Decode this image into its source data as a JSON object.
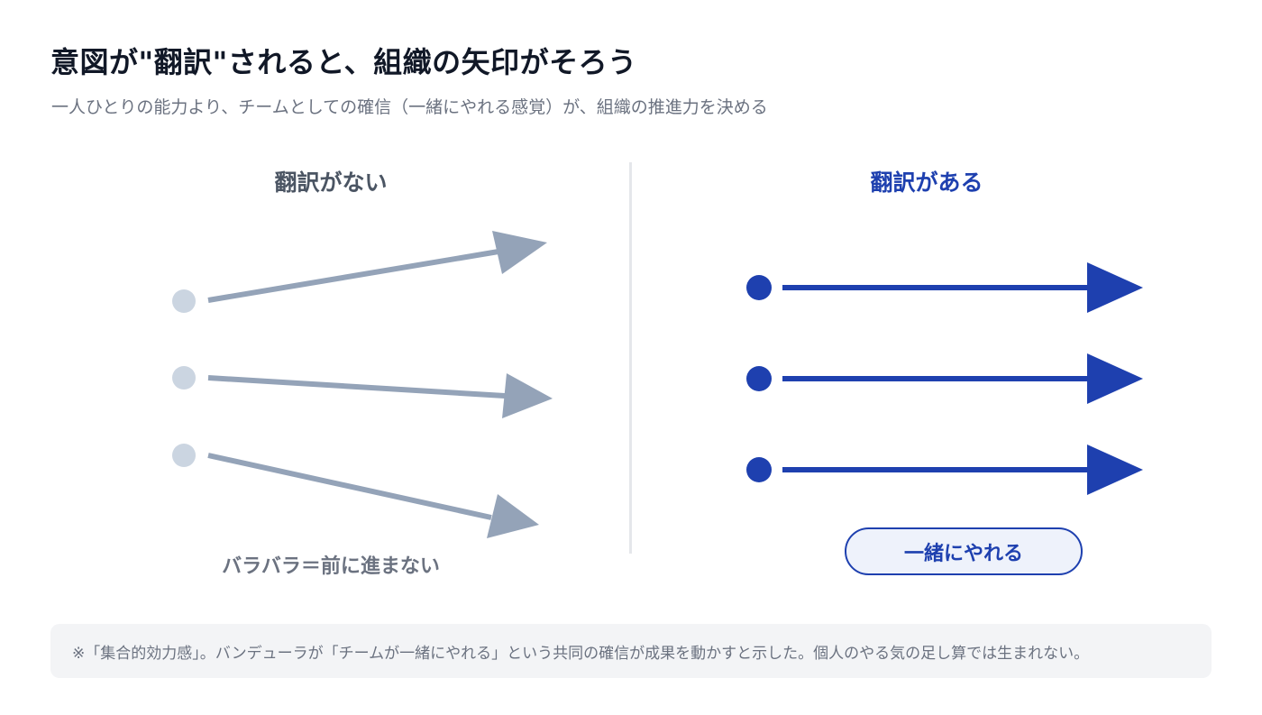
{
  "header": {
    "title": "意図が\"翻訳\"されると、組織の矢印がそろう",
    "subtitle": "一人ひとりの能力より、チームとしての確信（一緒にやれる感覚）が、組織の推進力を決める"
  },
  "left_panel": {
    "heading": "翻訳がない",
    "caption": "バラバラ＝前に進まない",
    "color": "#94a3b8",
    "dot_color": "#cbd5e1"
  },
  "right_panel": {
    "heading": "翻訳がある",
    "badge": "一緒にやれる",
    "color": "#1e40af"
  },
  "footnote": "※「集合的効力感」。バンデューラが「チームが一緒にやれる」という共同の確信が成果を動かすと示した。個人のやる気の足し算では生まれない。"
}
